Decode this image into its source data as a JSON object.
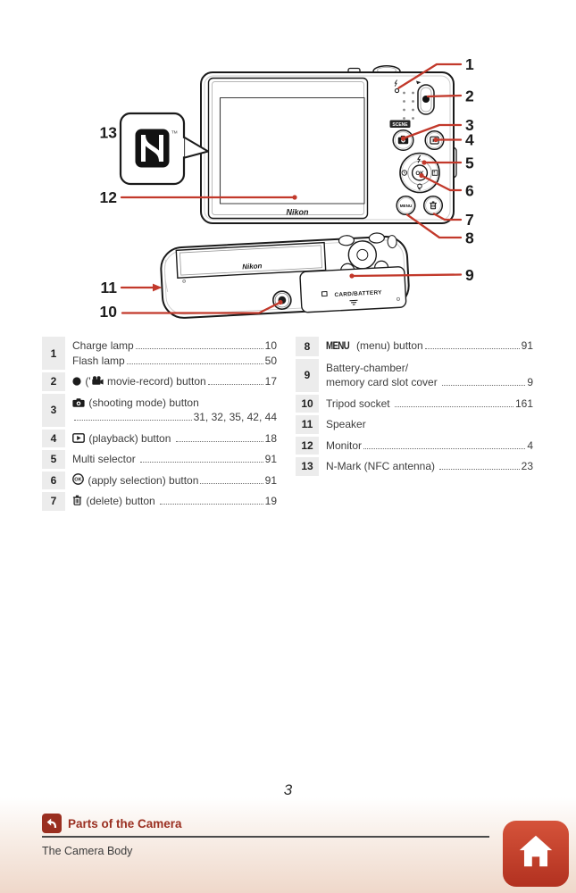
{
  "figure": {
    "callouts": [
      "1",
      "2",
      "3",
      "4",
      "5",
      "6",
      "7",
      "8",
      "9",
      "10",
      "11",
      "12",
      "13"
    ],
    "labels": {
      "nikon": "Nikon",
      "card_battery": "CARD/BATTERY",
      "ok": "OK",
      "menu": "MENU",
      "scene": "SCENE",
      "tm": "TM"
    }
  },
  "parts_list": {
    "left": [
      {
        "num": "1",
        "lines": [
          {
            "segments": [
              {
                "t": "text",
                "v": "Charge lamp"
              }
            ],
            "page": "10"
          },
          {
            "segments": [
              {
                "t": "text",
                "v": "Flash lamp"
              }
            ],
            "page": "50"
          }
        ]
      },
      {
        "num": "2",
        "lines": [
          {
            "segments": [
              {
                "t": "icon",
                "v": "record-dot"
              },
              {
                "t": "text",
                "v": " ('"
              },
              {
                "t": "icon",
                "v": "movie-camera"
              },
              {
                "t": "text",
                "v": " movie-record) button"
              }
            ],
            "page": "17"
          }
        ]
      },
      {
        "num": "3",
        "lines": [
          {
            "segments": [
              {
                "t": "icon",
                "v": "camera"
              },
              {
                "t": "text",
                "v": " (shooting mode) button"
              }
            ]
          },
          {
            "segments": [],
            "page": "31, 32, 35, 42, 44"
          }
        ]
      },
      {
        "num": "4",
        "lines": [
          {
            "segments": [
              {
                "t": "icon",
                "v": "playback"
              },
              {
                "t": "text",
                "v": " (playback) button "
              }
            ],
            "page": "18"
          }
        ]
      },
      {
        "num": "5",
        "lines": [
          {
            "segments": [
              {
                "t": "text",
                "v": "Multi selector "
              }
            ],
            "page": "91"
          }
        ]
      },
      {
        "num": "6",
        "lines": [
          {
            "segments": [
              {
                "t": "icon",
                "v": "ok-button"
              },
              {
                "t": "text",
                "v": " (apply selection) button"
              }
            ],
            "page": "91"
          }
        ]
      },
      {
        "num": "7",
        "lines": [
          {
            "segments": [
              {
                "t": "icon",
                "v": "trash"
              },
              {
                "t": "text",
                "v": " (delete) button "
              }
            ],
            "page": "19"
          }
        ]
      }
    ],
    "right": [
      {
        "num": "8",
        "lines": [
          {
            "segments": [
              {
                "t": "bold",
                "v": "MENU"
              },
              {
                "t": "text",
                "v": " (menu) button"
              }
            ],
            "page": "91"
          }
        ]
      },
      {
        "num": "9",
        "lines": [
          {
            "segments": [
              {
                "t": "text",
                "v": "Battery-chamber/"
              }
            ]
          },
          {
            "segments": [
              {
                "t": "text",
                "v": "memory card slot cover "
              }
            ],
            "page": "9"
          }
        ]
      },
      {
        "num": "10",
        "lines": [
          {
            "segments": [
              {
                "t": "text",
                "v": "Tripod socket "
              }
            ],
            "page": "161"
          }
        ]
      },
      {
        "num": "11",
        "lines": [
          {
            "segments": [
              {
                "t": "text",
                "v": "Speaker"
              }
            ]
          }
        ]
      },
      {
        "num": "12",
        "lines": [
          {
            "segments": [
              {
                "t": "text",
                "v": "Monitor"
              }
            ],
            "page": "4"
          }
        ]
      },
      {
        "num": "13",
        "lines": [
          {
            "segments": [
              {
                "t": "text",
                "v": "N-Mark (NFC antenna) "
              }
            ],
            "page": "23"
          }
        ]
      }
    ]
  },
  "footer": {
    "page_number": "3",
    "section_title": "Parts of the Camera",
    "subtitle": "The Camera Body"
  },
  "colors": {
    "callout_red": "#c2392b",
    "footer_title_red": "#9a2f20",
    "home_button_top": "#d5533a",
    "home_button_bottom": "#b23120",
    "footer_band_bottom": "#efd8ca",
    "row_number_bg": "#ececec"
  }
}
